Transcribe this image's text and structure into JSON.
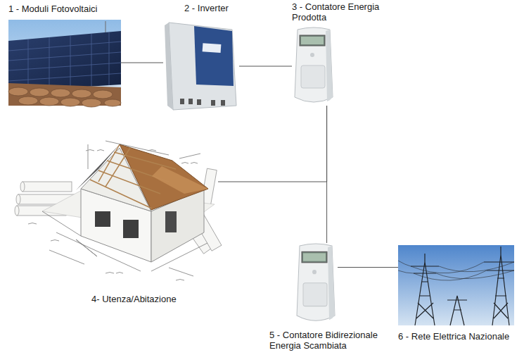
{
  "diagram": {
    "nodes": [
      {
        "text": [
          "1 - Moduli Fotovoltaici"
        ]
      },
      {
        "text": [
          "2 - Inverter"
        ]
      },
      {
        "text": [
          "3 - Contatore Energia Prodotta"
        ]
      },
      {
        "text": [
          "4- Utenza/Abitazione"
        ]
      },
      {
        "text": [
          "5 - Contatore Bidirezionale Energia Scambiata"
        ]
      },
      {
        "text": [
          "6 - Rete Elettrica Nazionale"
        ]
      }
    ],
    "edges": [
      {
        "from": 0,
        "to": 1,
        "arrow": "none"
      },
      {
        "from": 1,
        "to": 2,
        "arrow": "none"
      },
      {
        "from": 2,
        "to": 3,
        "arrow": "none"
      },
      {
        "from": 2,
        "to": 4,
        "arrow": "none"
      },
      {
        "from": 4,
        "to": 5,
        "arrow": "none"
      }
    ]
  }
}
